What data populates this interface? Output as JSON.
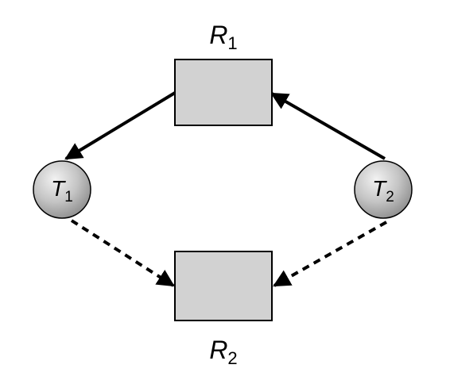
{
  "resources": [
    {
      "id": "R1",
      "letter": "R",
      "index": "1"
    },
    {
      "id": "R2",
      "letter": "R",
      "index": "2"
    }
  ],
  "threads": [
    {
      "id": "T1",
      "letter": "T",
      "index": "1"
    },
    {
      "id": "T2",
      "letter": "T",
      "index": "2"
    }
  ],
  "edges": [
    {
      "from": "R1",
      "to": "T1",
      "style": "solid"
    },
    {
      "from": "T2",
      "to": "R1",
      "style": "solid"
    },
    {
      "from": "T1",
      "to": "R2",
      "style": "dashed"
    },
    {
      "from": "T2",
      "to": "R2",
      "style": "dashed"
    }
  ],
  "colors": {
    "resource_fill": "#d2d2d2",
    "node_fill_light": "#f2f2f2",
    "node_fill_dark": "#8f8f8f",
    "line": "#000000"
  }
}
